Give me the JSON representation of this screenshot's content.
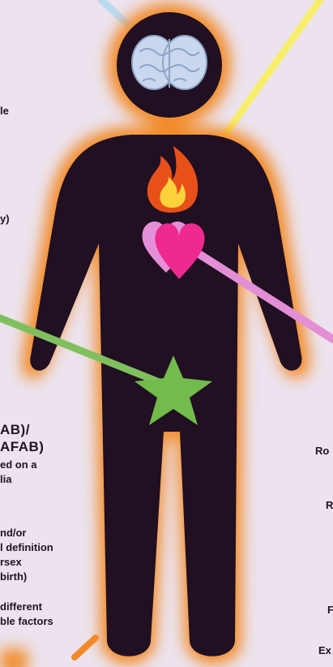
{
  "diagram": {
    "colors": {
      "background": "#ece3ee",
      "figure": "#210f22",
      "glow": "#f28a28",
      "brain": "#c9d8ee",
      "flame_outer": "#e8501a",
      "flame_inner": "#ffd23c",
      "heart": "#ee2a8f",
      "heart_shadow": "#e58fd8",
      "star": "#72bb4c",
      "line_blue": "#bcd9f2",
      "line_yellow": "#f7ee6e",
      "line_pink": "#e28fd6",
      "line_green": "#7fbf5d"
    },
    "icons": [
      "brain-icon",
      "flame-icon",
      "heart-icon",
      "star-icon"
    ],
    "left_text": {
      "t1": "le",
      "t2": "y)",
      "t3": "AB)/",
      "t4": "AFAB)",
      "t5": "ed on a",
      "t6": "lia",
      "t7": "nd/or",
      "t8": "l definition",
      "t9": "rsex",
      "t10": "birth)",
      "t11": "different",
      "t12": "ble factors"
    },
    "right_text": {
      "r1": "Ro",
      "r2": "R",
      "r3": "F",
      "r4": "Ex"
    }
  }
}
